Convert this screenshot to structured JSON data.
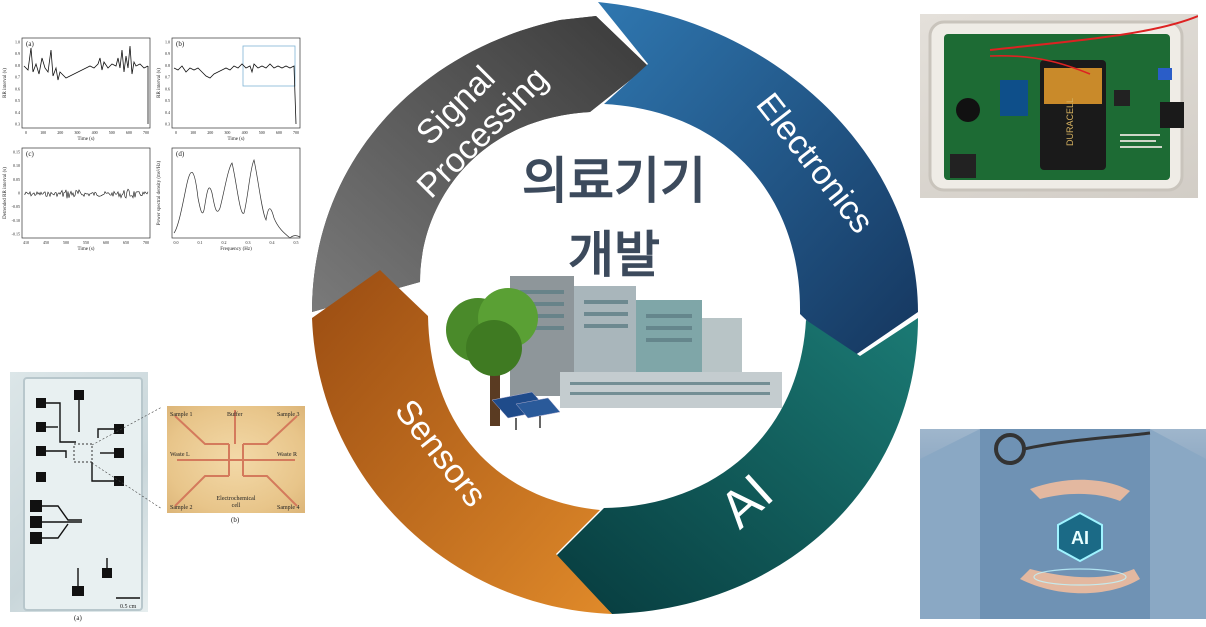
{
  "center": {
    "title_line1": "의료기기",
    "title_line2": "개발"
  },
  "cycle": {
    "segments": [
      {
        "key": "signal",
        "line1": "Signal",
        "line2": "Processing",
        "color": "#4a4a4a"
      },
      {
        "key": "electronics",
        "label": "Electronics",
        "color": "#1f4f82"
      },
      {
        "key": "ai",
        "label": "AI",
        "color": "#0d5456"
      },
      {
        "key": "sensors",
        "label": "Sensors",
        "color": "#c96a1c"
      }
    ]
  },
  "signal_panel": {
    "panel_a": {
      "tag": "(a)",
      "ylabel": "RR interval (s)",
      "xlabel": "Time (s)",
      "yticks": [
        "1.0",
        "0.9",
        "0.8",
        "0.7",
        "0.6",
        "0.5",
        "0.4",
        "0.3"
      ],
      "xticks": [
        "0",
        "100",
        "200",
        "300",
        "400",
        "500",
        "600",
        "700"
      ]
    },
    "panel_b": {
      "tag": "(b)",
      "ylabel": "RR interval (s)",
      "xlabel": "Time (s)",
      "yticks": [
        "1.0",
        "0.9",
        "0.8",
        "0.7",
        "0.6",
        "0.5",
        "0.4",
        "0.3"
      ],
      "xticks": [
        "0",
        "100",
        "200",
        "300",
        "400",
        "500",
        "600",
        "700"
      ]
    },
    "panel_c": {
      "tag": "(c)",
      "ylabel": "Detrended RR interval (s)",
      "xlabel": "Time (s)",
      "yticks": [
        "0.15",
        "0.10",
        "0.05",
        "0",
        "-0.05",
        "-0.10",
        "-0.15"
      ],
      "xticks": [
        "410",
        "450",
        "500",
        "550",
        "600",
        "650",
        "700"
      ]
    },
    "panel_d": {
      "tag": "(d)",
      "ylabel": "Power spectral density (ms²/Hz)",
      "xlabel": "Frequency (Hz)",
      "xticks": [
        "0.0",
        "0.1",
        "0.2",
        "0.3",
        "0.4",
        "0.5"
      ]
    }
  },
  "sensor_panel": {
    "labels": {
      "sample1": "Sample 1",
      "buffer": "Buffer",
      "sample3": "Sample 3",
      "waste_l": "Waste L",
      "waste_r": "Waste R",
      "sample2": "Sample 2",
      "electro1": "Electrochemical",
      "electro2": "cell",
      "sample4": "Sample 4",
      "tag_b": "(b)",
      "tag_a": "(a)",
      "scale": "0.5 cm"
    }
  },
  "electronics_photo": {
    "battery_brand": "DURACELL"
  },
  "ai_photo": {
    "badge": "AI"
  },
  "colors": {
    "title": "#3c4a5c",
    "signal": "#4a4a4a",
    "electronics": "#1f4f82",
    "ai": "#0d5456",
    "sensors": "#c96a1c"
  }
}
